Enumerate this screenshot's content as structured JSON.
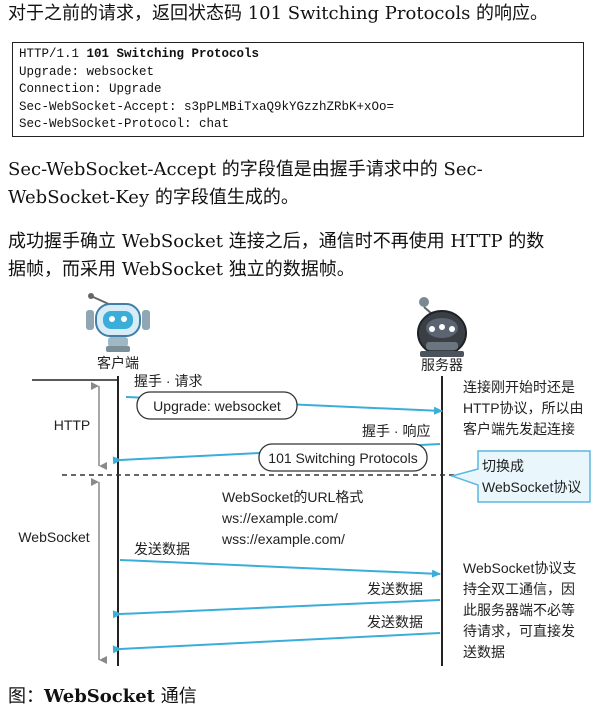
{
  "intro_text": "对于之前的请求，返回状态码 101 Switching Protocols 的响应。",
  "code": {
    "status_prefix": "HTTP/1.1 ",
    "status_bold": "101 Switching Protocols",
    "lines": [
      "Upgrade: websocket",
      "Connection: Upgrade",
      "Sec-WebSocket-Accept: s3pPLMBiTxaQ9kYGzzhZRbK+xOo=",
      "Sec-WebSocket-Protocol: chat"
    ]
  },
  "accept_text": {
    "line1": "Sec-WebSocket-Accept 的字段值是由握手请求中的 Sec-",
    "line2": "WebSocket-Key 的字段值生成的。"
  },
  "frame_text": {
    "line1": "成功握手确立 WebSocket 连接之后，通信时不再使用 HTTP 的数",
    "line2": "据帧，而采用 WebSocket 独立的数据帧。"
  },
  "diagram": {
    "client_label": "客户端",
    "server_label": "服务器",
    "phase_http": "HTTP",
    "phase_websocket": "WebSocket",
    "handshake_request": "握手 · 请求",
    "upgrade_message": "Upgrade: websocket",
    "handshake_response": "握手 · 响应",
    "switching_message": "101 Switching Protocols",
    "note_http": [
      "连接刚开始时还是",
      "HTTP协议，所以由",
      "客户端先发起连接"
    ],
    "switch_callout": [
      "切换成",
      "WebSocket协议"
    ],
    "url_format": [
      "WebSocket的URL格式",
      "ws://example.com/",
      "wss://example.com/"
    ],
    "send_data_client": "发送数据",
    "send_data_server_1": "发送数据",
    "send_data_server_2": "发送数据",
    "note_ws": [
      "WebSocket协议支",
      "持全双工通信，因",
      "此服务器端不必等",
      "待请求，可直接发",
      "送数据"
    ],
    "colors": {
      "arrow": "#3aaed8",
      "line": "#222222",
      "callout_border": "#5bb8de",
      "callout_fill": "#e9f6fc"
    }
  },
  "caption": {
    "prefix": "图：",
    "bold": "WebSocket",
    "suffix": " 通信"
  }
}
